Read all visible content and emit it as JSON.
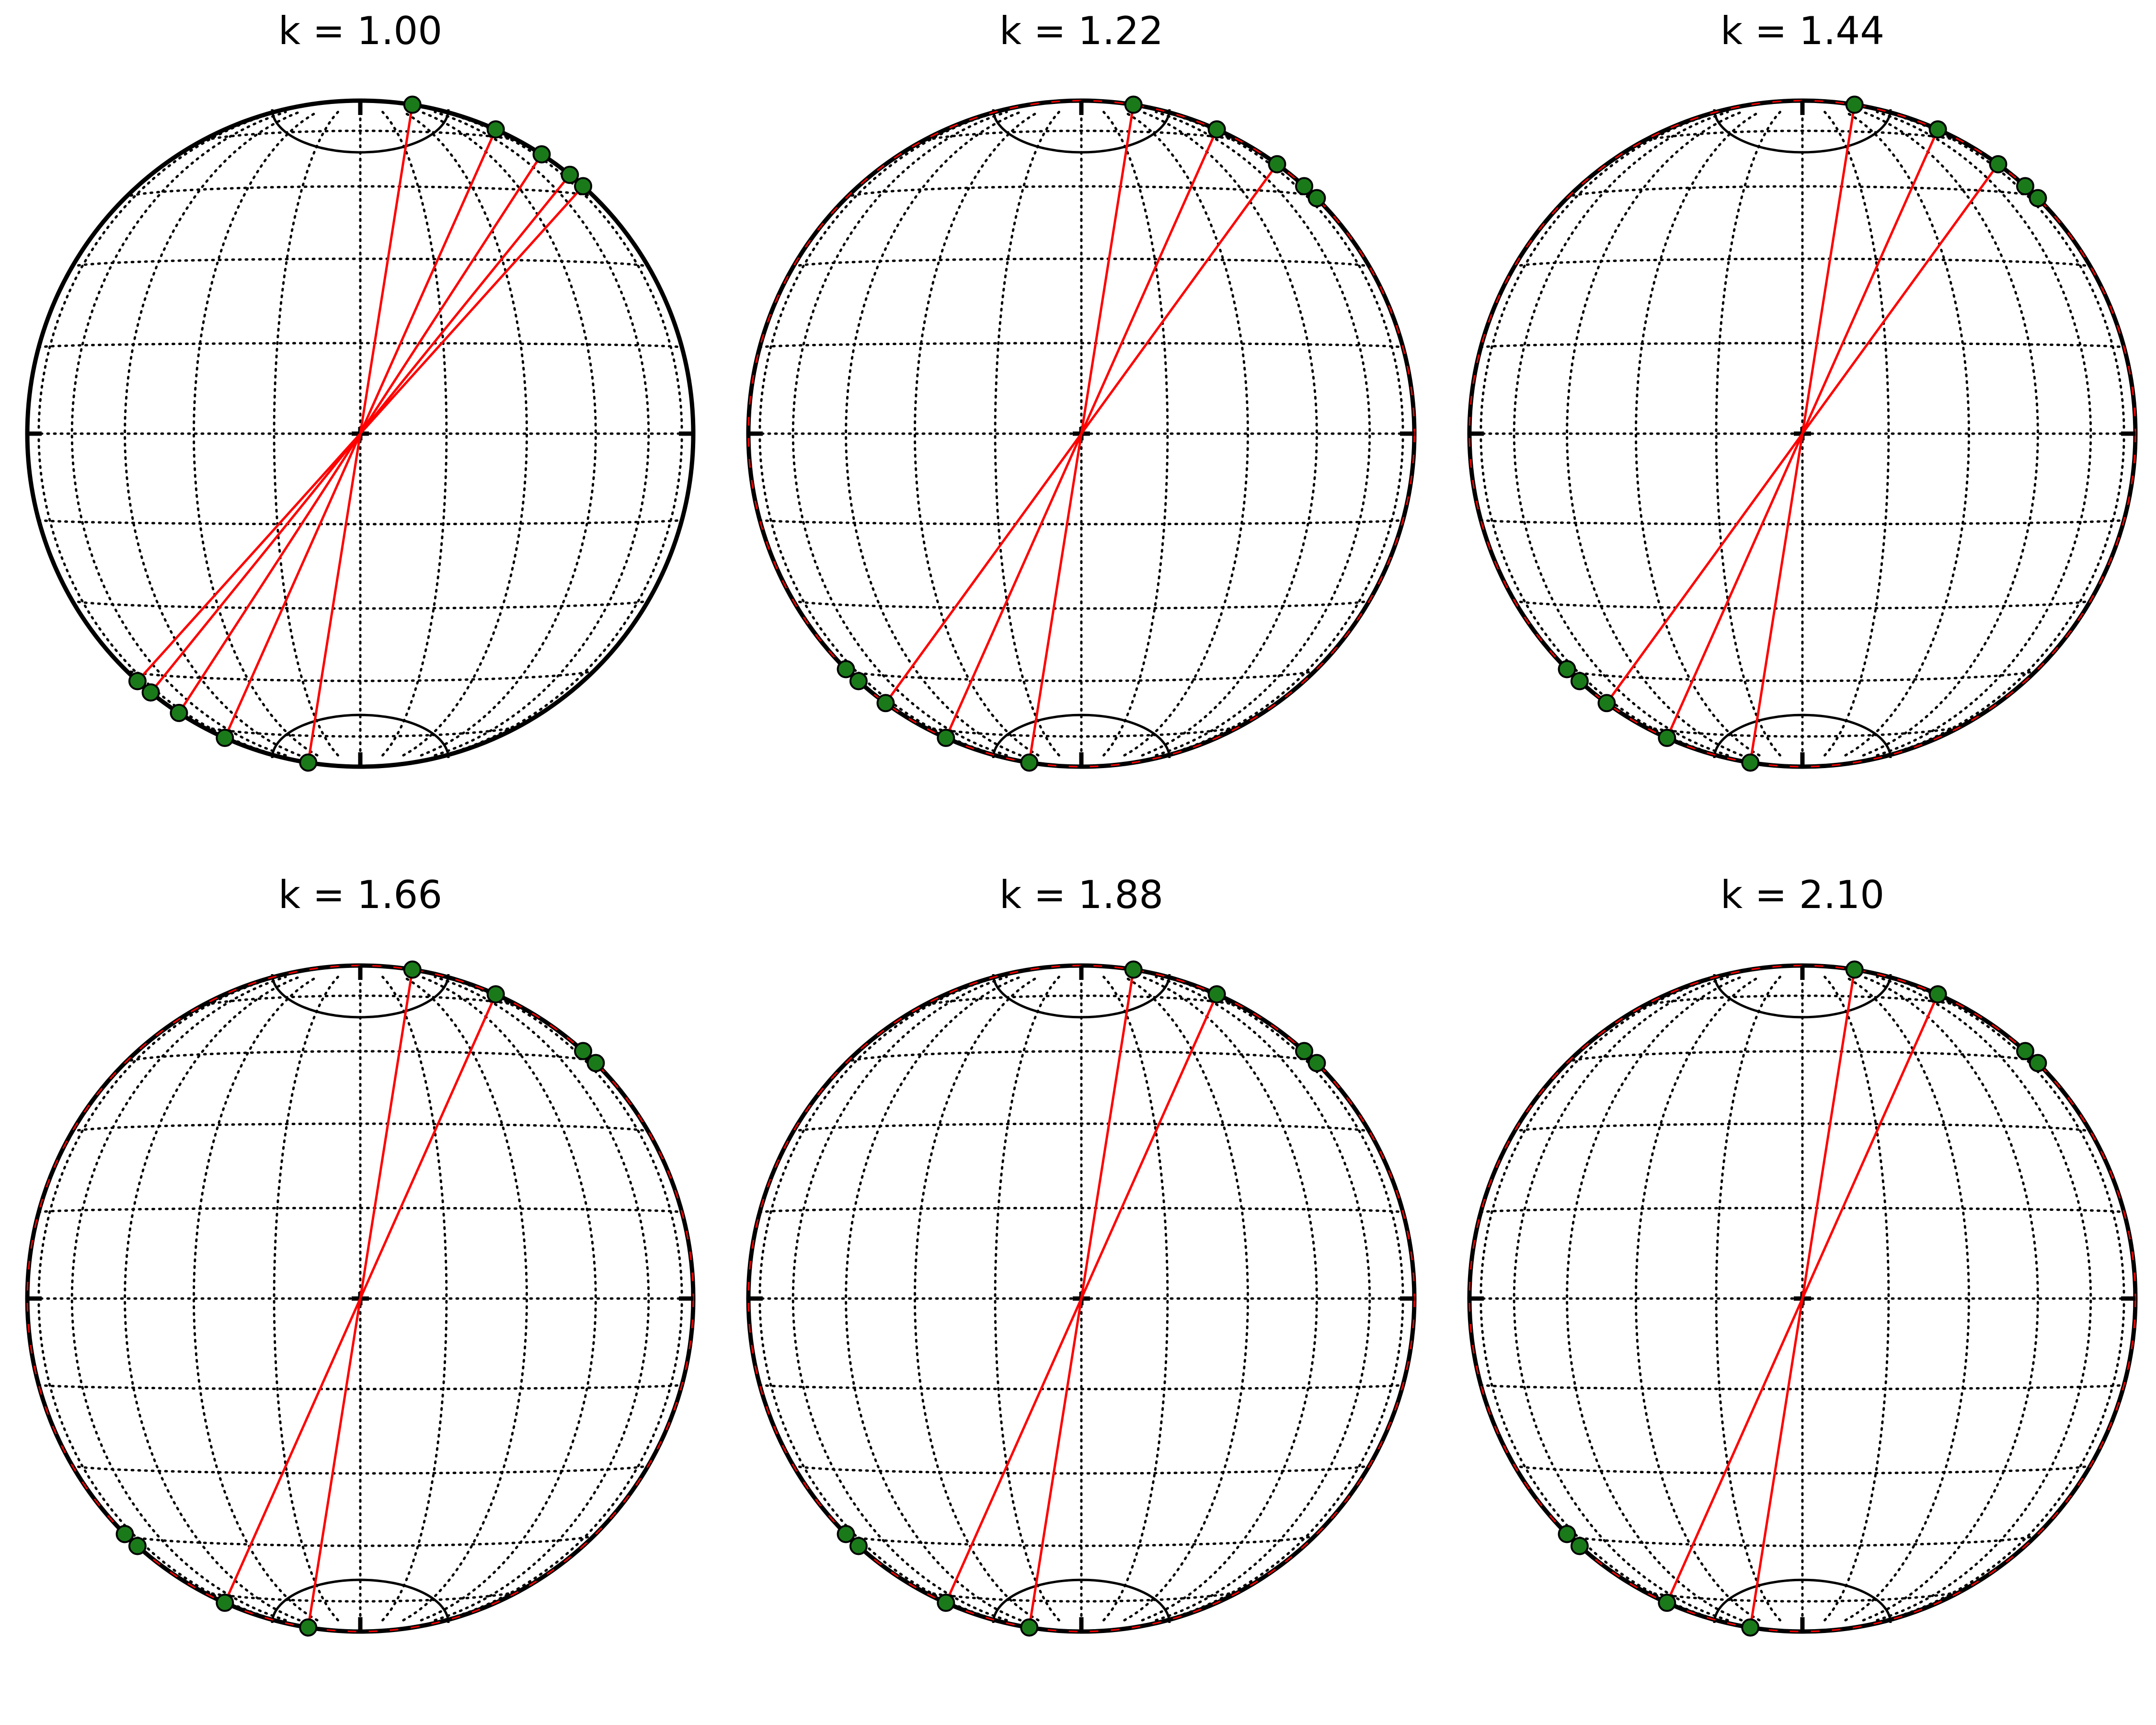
{
  "figure": {
    "colors": {
      "background": "#ffffff",
      "outline": "#000000",
      "grid": "#000000",
      "trace": "#ff0000",
      "marker_fill": "#1a7a1a",
      "marker_edge": "#000000"
    },
    "panels": [
      {
        "title": "k = 1.00",
        "k": 1.0,
        "rays_deg": [
          9,
          24,
          33,
          39,
          42
        ]
      },
      {
        "title": "k = 1.22",
        "k": 1.22,
        "rays_deg": [
          9,
          24,
          36
        ],
        "extra_markers_deg": [
          42,
          45
        ]
      },
      {
        "title": "k = 1.44",
        "k": 1.44,
        "rays_deg": [
          9,
          24,
          36
        ],
        "extra_markers_deg": [
          42,
          45
        ]
      },
      {
        "title": "k = 1.66",
        "k": 1.66,
        "rays_deg": [
          9,
          24
        ],
        "extra_markers_deg": [
          42,
          45
        ]
      },
      {
        "title": "k = 1.88",
        "k": 1.88,
        "rays_deg": [
          9,
          24
        ],
        "extra_markers_deg": [
          42,
          45
        ]
      },
      {
        "title": "k = 2.10",
        "k": 2.1,
        "rays_deg": [
          9,
          24
        ],
        "extra_markers_deg": [
          42,
          45
        ]
      }
    ],
    "grid": {
      "meridians_deg": [
        -75,
        -60,
        -45,
        -30,
        -15,
        0,
        15,
        30,
        45,
        60,
        75
      ],
      "parallels_deg": [
        -75,
        -60,
        -45,
        -30,
        -15,
        0,
        15,
        30,
        45,
        60,
        75
      ],
      "polar_cap_deg": 75
    }
  }
}
